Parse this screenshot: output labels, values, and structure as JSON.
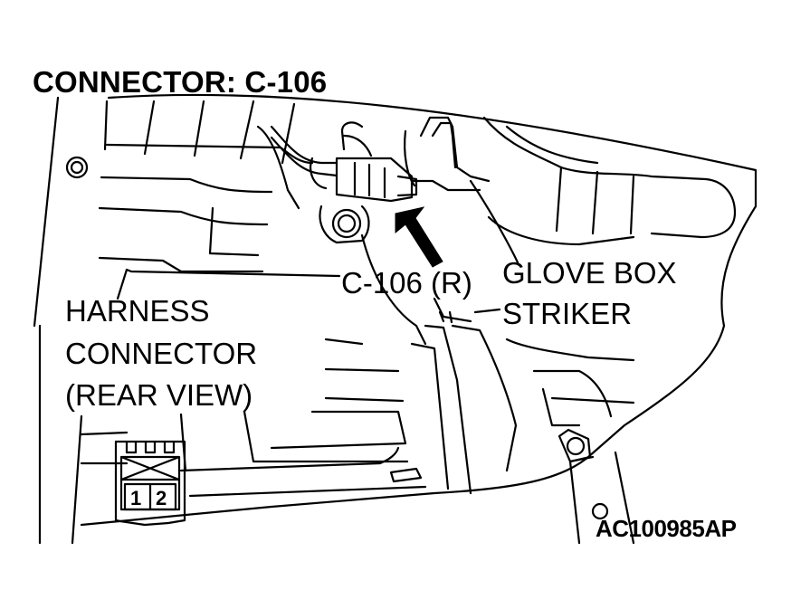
{
  "title": "CONNECTOR: C-106",
  "callouts": {
    "connector_id": "C-106 (R)",
    "glove_box_line1": "GLOVE BOX",
    "glove_box_line2": "STRIKER",
    "harness_line1": "HARNESS",
    "harness_line2": "CONNECTOR",
    "harness_line3": "(REAR VIEW)"
  },
  "connector_pins": [
    "1",
    "2"
  ],
  "figure_code": "AC100985AP",
  "colors": {
    "line": "#000000",
    "background": "#ffffff"
  }
}
